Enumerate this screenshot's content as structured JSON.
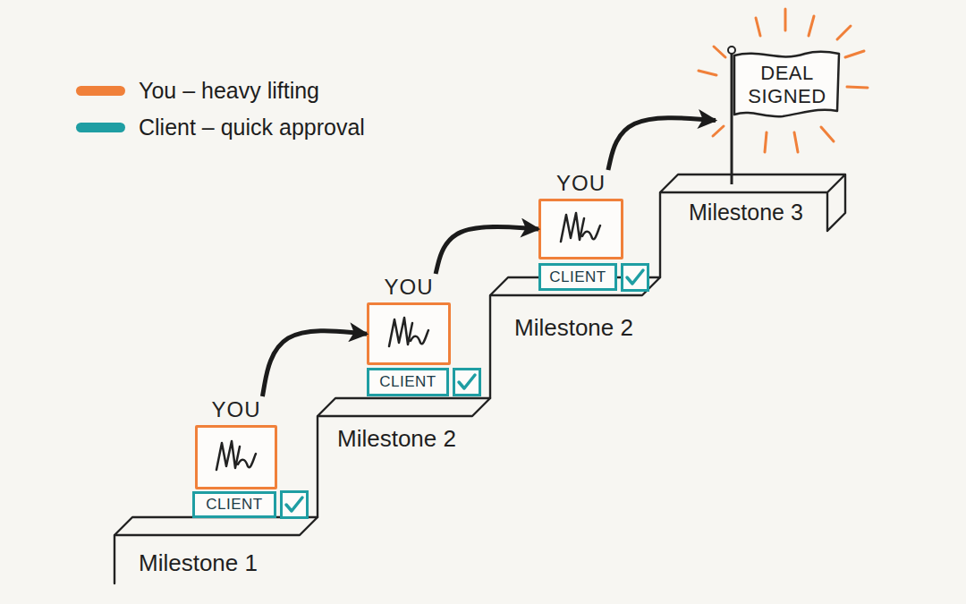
{
  "diagram": {
    "nodes": [
      {
        "text": [
          "YOU"
        ]
      },
      {
        "text": [
          "CLIENT"
        ]
      },
      {
        "text": [
          "YOU"
        ]
      },
      {
        "text": [
          "CLIENT"
        ]
      },
      {
        "text": [
          "YOU"
        ]
      },
      {
        "text": [
          "CLIENT"
        ]
      },
      {
        "text": [
          "DEAL SIGNED"
        ]
      }
    ],
    "edges": [
      {
        "from": 0,
        "to": 2,
        "arrow": "to"
      },
      {
        "from": 2,
        "to": 4,
        "arrow": "to"
      },
      {
        "from": 4,
        "to": 6,
        "arrow": "to"
      }
    ],
    "labels": [
      "Milestone 1",
      "Milestone 2",
      "Milestone 2",
      "Milestone 3"
    ],
    "legend": [
      {
        "text": "You – heavy lifting",
        "color": "#f0803a"
      },
      {
        "text": "Client – quick approval",
        "color": "#1f9ea3"
      }
    ]
  }
}
